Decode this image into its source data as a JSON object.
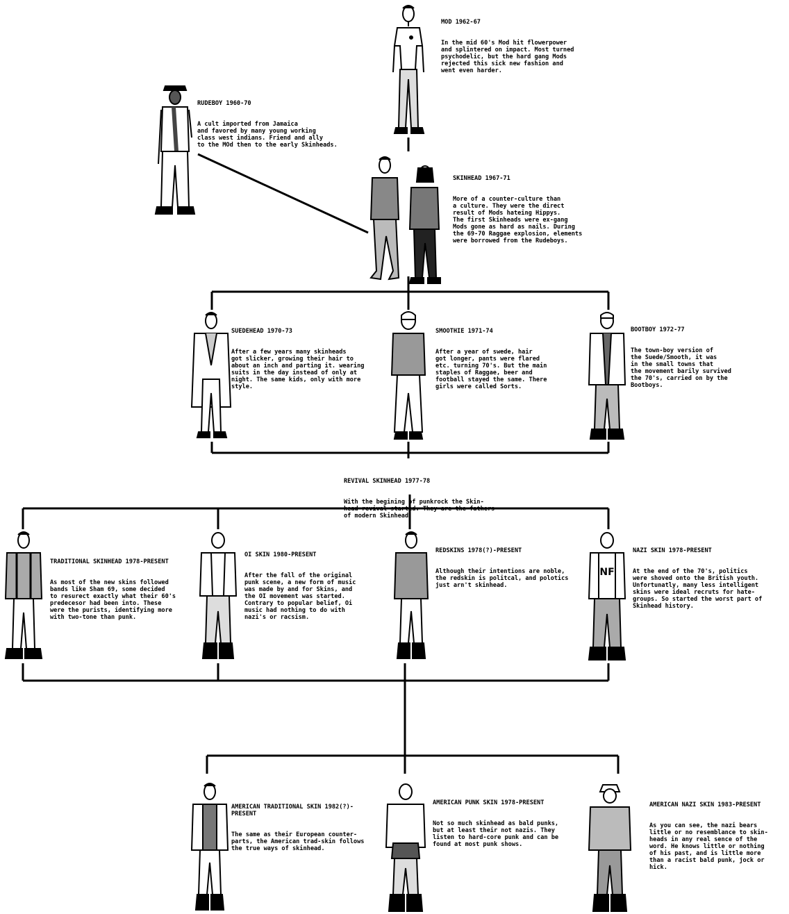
{
  "entries": {
    "mod": {
      "title": "MOD 1962-67",
      "text": "In the mid 60's Mod hit flowerpower\nand splintered on impact. Most turned\npsychodelic, but the hard gang Mods\nrejected this sick new fashion and\nwent even harder."
    },
    "rudeboy": {
      "title": "RUDEBOY 1960-70",
      "text": "A cult imported from Jamaica\nand favored by many young working\nclass west indians. Friend and ally\nto the MOd then to the early Skinheads."
    },
    "skinhead": {
      "title": "SKINHEAD 1967-71",
      "text": "More of a counter-culture than\na culture. They were the direct\nresult of Mods hateing Hippys.\nThe first Skinheads were ex-gang\nMods gone as hard as nails. During\nthe 69-70 Raggae explosion, elements\nwere borrowed from the Rudeboys."
    },
    "suedehead": {
      "title": "SUEDEHEAD 1970-73",
      "text": "After a few years many skinheads\ngot slicker, growing their hair to\nabout an inch and parting it. wearing\nsuits in the day instead of only at\nnight. The same kids, only with more\nstyle."
    },
    "smoothie": {
      "title": "SMOOTHIE 1971-74",
      "text": "After a year of swede, hair\ngot longer, pants were flared\netc. turning 70's. But the main\nstaples of Raggae, beer and\nfootball stayed the same. There\ngirls were called Sorts."
    },
    "bootboy": {
      "title": "BOOTBOY 1972-77",
      "text": "The town-boy version of\nthe Suede/Smooth, it was\nin the small towns that\nthe movement barily survived\nthe 70's, carried on by the\nBootboys."
    },
    "revival": {
      "title": "REVIVAL SKINHEAD 1977-78",
      "text": "With the begining of punkrock the Skin-\nhead revival started. They are the fathers\nof modern Skinhead."
    },
    "traditional": {
      "title": "TRADITIONAL SKINHEAD 1978-PRESENT",
      "text": "As most of the new skins followed\nbands like Sham 69, some decided\nto resurect exactly what their 60's\npredecesor had been into. These\nwere the purists, identifying more\nwith two-tone than punk."
    },
    "oi": {
      "title": "OI SKIN 1980-PRESENT",
      "text": "After the fall of the original\npunk scene, a new form of music\nwas made by and for Skins, and\nthe OI movement was started.\nContrary to popular belief, Oi\nmusic had nothing to do with\nnazi's or racsism."
    },
    "redskins": {
      "title": "REDSKINS 1978(?)-PRESENT",
      "text": "Although their intentions are noble,\nthe redskin is politcal, and polotics\njust arn't skinhead."
    },
    "nazi": {
      "title": "NAZI SKIN 1978-PRESENT",
      "text": "At the end of the 70's, politics\nwere shoved onto the British youth.\nUnfortunatly, many less intelligent\nskins were ideal recruts for hate-\ngroups. So started the worst part of\nSkinhead history."
    },
    "am_trad": {
      "title": "AMERICAN TRADITIONAL SKIN 1982(?)-\nPRESENT",
      "text": "The same as their European counter-\nparts, the American trad-skin follows\nthe true ways of skinhead."
    },
    "am_punk": {
      "title": "AMERICAN PUNK SKIN 1978-PRESENT",
      "text": "Not so much skinhead as bald punks,\nbut at least their not nazis. They\nlisten to hard-core punk and can be\nfound at most punk shows."
    },
    "am_nazi": {
      "title": "AMERICAN NAZI SKIN 1983-PRESENT",
      "text": "As you can see, the nazi bears\nlittle or no resemblance to skin-\nheads in any real sence of the\nword. He knows little or nothing\nof his past, and is little more\nthan a racist bald punk, jock or\nhick."
    }
  },
  "figures": {
    "nazi_shirt_text": "NF"
  }
}
